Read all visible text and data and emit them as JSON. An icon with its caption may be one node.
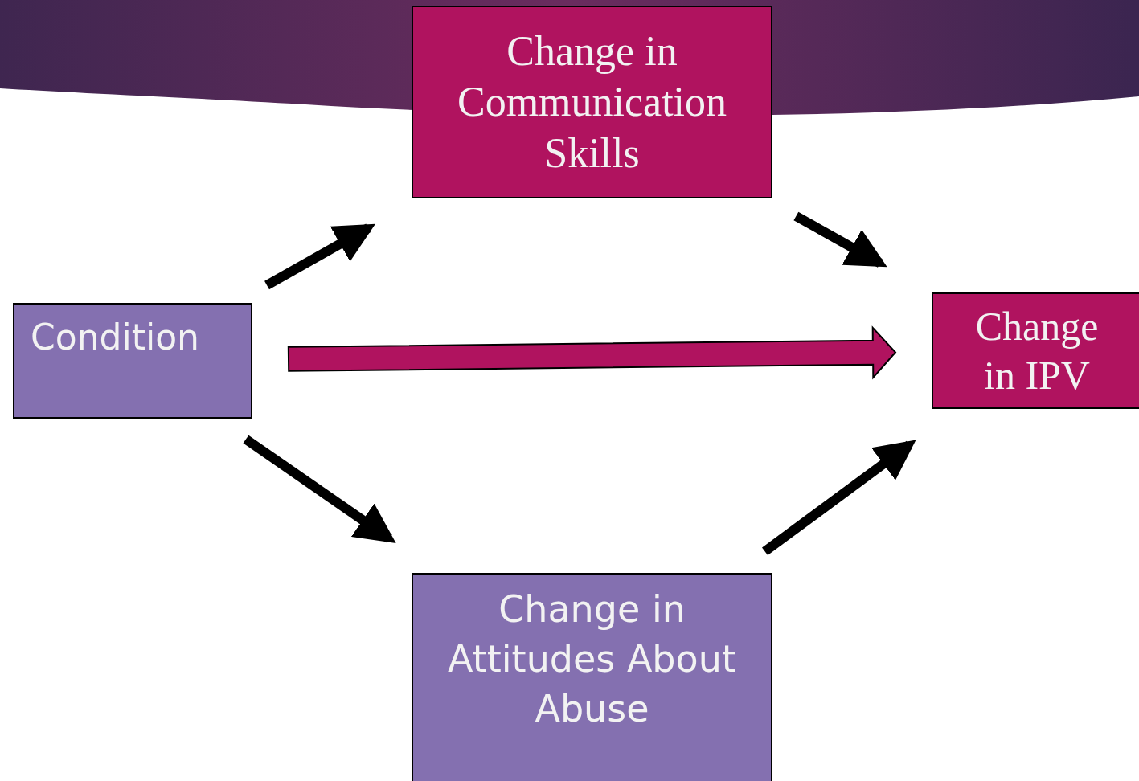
{
  "diagram": {
    "nodes": [
      {
        "text": [
          "Condition"
        ]
      },
      {
        "text": [
          "Change in Communication Skills"
        ]
      },
      {
        "text": [
          "Change in IPV"
        ]
      },
      {
        "text": [
          "Change in Attitudes About Abuse"
        ]
      }
    ],
    "edges": [
      {
        "from": 0,
        "to": 1,
        "arrow": "to"
      },
      {
        "from": 1,
        "to": 2,
        "arrow": "to"
      },
      {
        "from": 0,
        "to": 2,
        "arrow": "to",
        "color": "#b0135f"
      },
      {
        "from": 0,
        "to": 3,
        "arrow": "to"
      },
      {
        "from": 3,
        "to": 2,
        "arrow": "to"
      }
    ]
  }
}
